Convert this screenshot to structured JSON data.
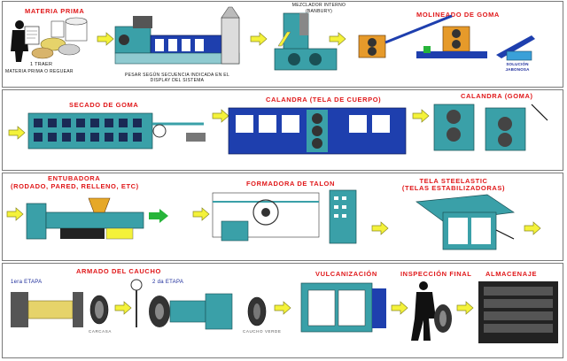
{
  "row1": {
    "materia_prima": "MATERIA PRIMA",
    "traer": "1 TRAER",
    "traer_sub": "MATERIA PRIMA O REGUEAR",
    "pesar": "PESAR SEGÚN SECUENCIA INDICADA EN EL",
    "pesar_sub": "DISPLAY DEL SISTEMA",
    "mezclador": "MEZCLADOR INTERNO",
    "banbury": "(BANBURY)",
    "molineado": "MOLINEADO DE GOMA",
    "solucion": "SOLUCIÓN",
    "solucion_sub": "JABONOSA"
  },
  "row2": {
    "secado": "SECADO DE GOMA",
    "calandra_tela": "CALANDRA (TELA DE CUERPO)",
    "calandra_goma": "CALANDRA (GOMA)"
  },
  "row3": {
    "entubadora": "ENTUBADORA",
    "entubadora_sub": "(RODADO, PARED, RELLENO, ETC)",
    "formadora": "FORMADORA DE TALON",
    "tela_steel": "TELA STEELASTIC",
    "tela_steel_sub": "(TELAS ESTABILIZADORAS)"
  },
  "row4": {
    "armado": "ARMADO DEL CAUCHO",
    "etapa1": "1era ETAPA",
    "etapa2": "2 da ETAPA",
    "carcasa": "CARCASA",
    "caucho_verde": "CAUCHO VERDE",
    "vulcanizacion": "VULCANIZACIÓN",
    "inspeccion": "INSPECCIÓN FINAL",
    "almacenaje": "ALMACENAJE"
  },
  "colors": {
    "label_red": "#e0181a",
    "machine_teal": "#3aa0a8",
    "machine_blue": "#1e3fae",
    "arrow_yellow": "#f4f23a",
    "arrow_green": "#27b43a",
    "mat_gray": "#9aa0a6"
  }
}
